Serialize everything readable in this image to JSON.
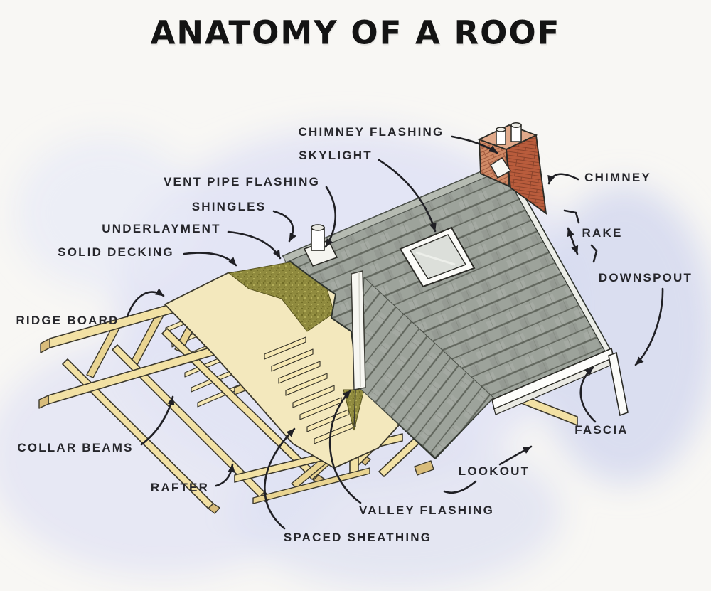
{
  "title": "ANATOMY OF A ROOF",
  "diagram": {
    "subject": "exploded cutaway illustration of a gable roof",
    "colors": {
      "background": "#f8f7f4",
      "watercolor_wash": "#dde0f2",
      "shingles": "#9da39b",
      "wood_framing": "#f2e1a4",
      "solid_decking": "#f3e8bd",
      "underlayment": "#8f8a3e",
      "brick": "#b95c3c",
      "flashing_white": "#f7f7f2",
      "line_ink": "#202025"
    }
  },
  "labels": [
    {
      "id": "chimney-flashing",
      "text": "CHIMNEY FLASHING"
    },
    {
      "id": "skylight",
      "text": "SKYLIGHT"
    },
    {
      "id": "vent-pipe-flashing",
      "text": "VENT PIPE FLASHING"
    },
    {
      "id": "shingles",
      "text": "SHINGLES"
    },
    {
      "id": "underlayment",
      "text": "UNDERLAYMENT"
    },
    {
      "id": "solid-decking",
      "text": "SOLID DECKING"
    },
    {
      "id": "ridge-board",
      "text": "RIDGE BOARD"
    },
    {
      "id": "collar-beams",
      "text": "COLLAR BEAMS"
    },
    {
      "id": "rafter",
      "text": "RAFTER"
    },
    {
      "id": "spaced-sheathing",
      "text": "SPACED SHEATHING"
    },
    {
      "id": "valley-flashing",
      "text": "VALLEY FLASHING"
    },
    {
      "id": "lookout",
      "text": "LOOKOUT"
    },
    {
      "id": "fascia",
      "text": "FASCIA"
    },
    {
      "id": "downspout",
      "text": "DOWNSPOUT"
    },
    {
      "id": "rake",
      "text": "RAKE"
    },
    {
      "id": "chimney",
      "text": "CHIMNEY"
    }
  ]
}
